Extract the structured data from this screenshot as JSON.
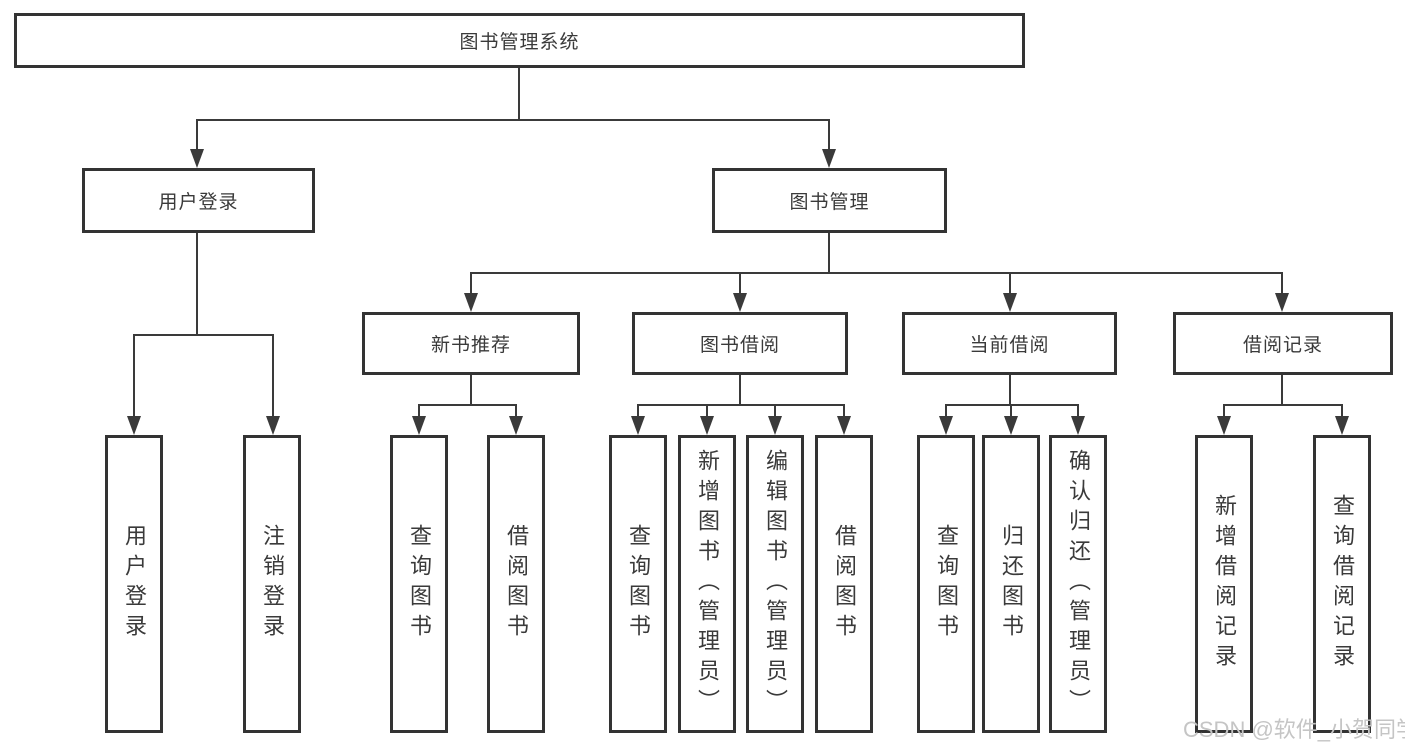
{
  "tree": {
    "root": "图书管理系统",
    "branches": [
      {
        "label": "用户登录",
        "children": [
          {
            "label": "用户登录"
          },
          {
            "label": "注销登录"
          }
        ]
      },
      {
        "label": "图书管理",
        "groups": [
          {
            "label": "新书推荐",
            "children": [
              {
                "label": "查询图书"
              },
              {
                "label": "借阅图书"
              }
            ]
          },
          {
            "label": "图书借阅",
            "children": [
              {
                "label": "查询图书"
              },
              {
                "label": "新增图书（管理员）"
              },
              {
                "label": "编辑图书（管理员）"
              },
              {
                "label": "借阅图书"
              }
            ]
          },
          {
            "label": "当前借阅",
            "children": [
              {
                "label": "查询图书"
              },
              {
                "label": "归还图书"
              },
              {
                "label": "确认归还（管理员）"
              }
            ]
          },
          {
            "label": "借阅记录",
            "children": [
              {
                "label": "新增借阅记录"
              },
              {
                "label": "查询借阅记录"
              }
            ]
          }
        ]
      }
    ]
  },
  "watermark": "CSDN @软件_小贺同学",
  "colors": {
    "line": "#3a3a3a",
    "box_border": "#333333",
    "text": "#3a3a3a",
    "watermark": "#c5c5c5",
    "background": "#ffffff"
  }
}
